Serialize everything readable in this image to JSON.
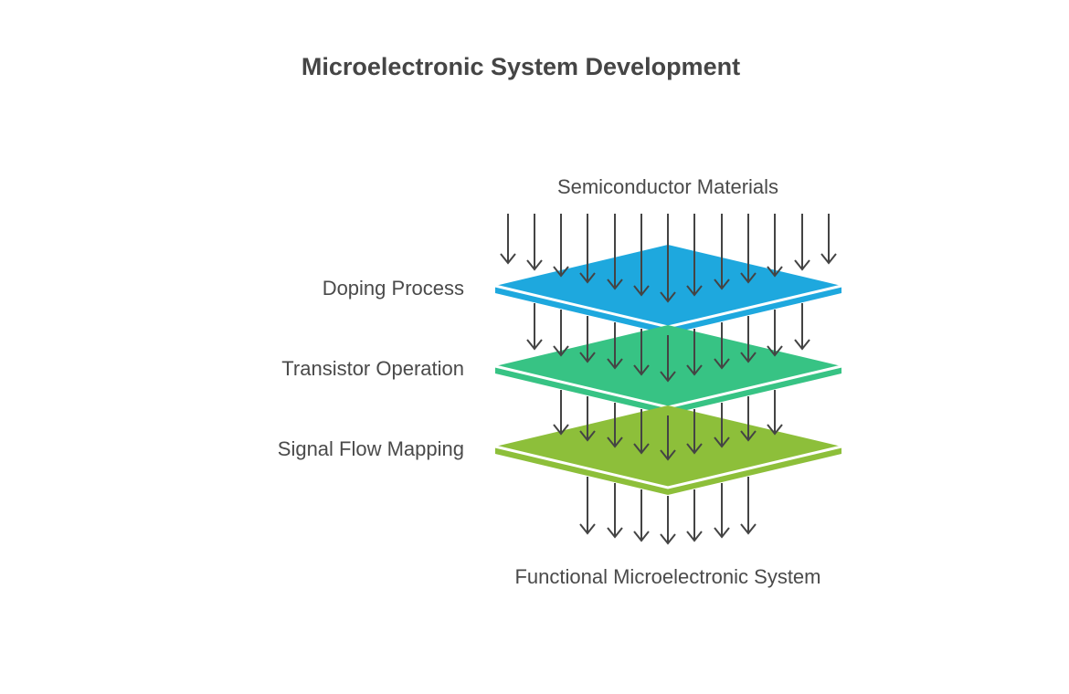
{
  "title": "Microelectronic System Development",
  "input_label": "Semiconductor Materials",
  "output_label": "Functional Microelectronic System",
  "layers": [
    {
      "label": "Doping Process",
      "color": "#1ea8de",
      "edge": "#1b93c5"
    },
    {
      "label": "Transistor Operation",
      "color": "#37c384",
      "edge": "#2faf73"
    },
    {
      "label": "Signal Flow Mapping",
      "color": "#8dbf3a",
      "edge": "#7aab30"
    }
  ],
  "arrow_color": "#444444"
}
